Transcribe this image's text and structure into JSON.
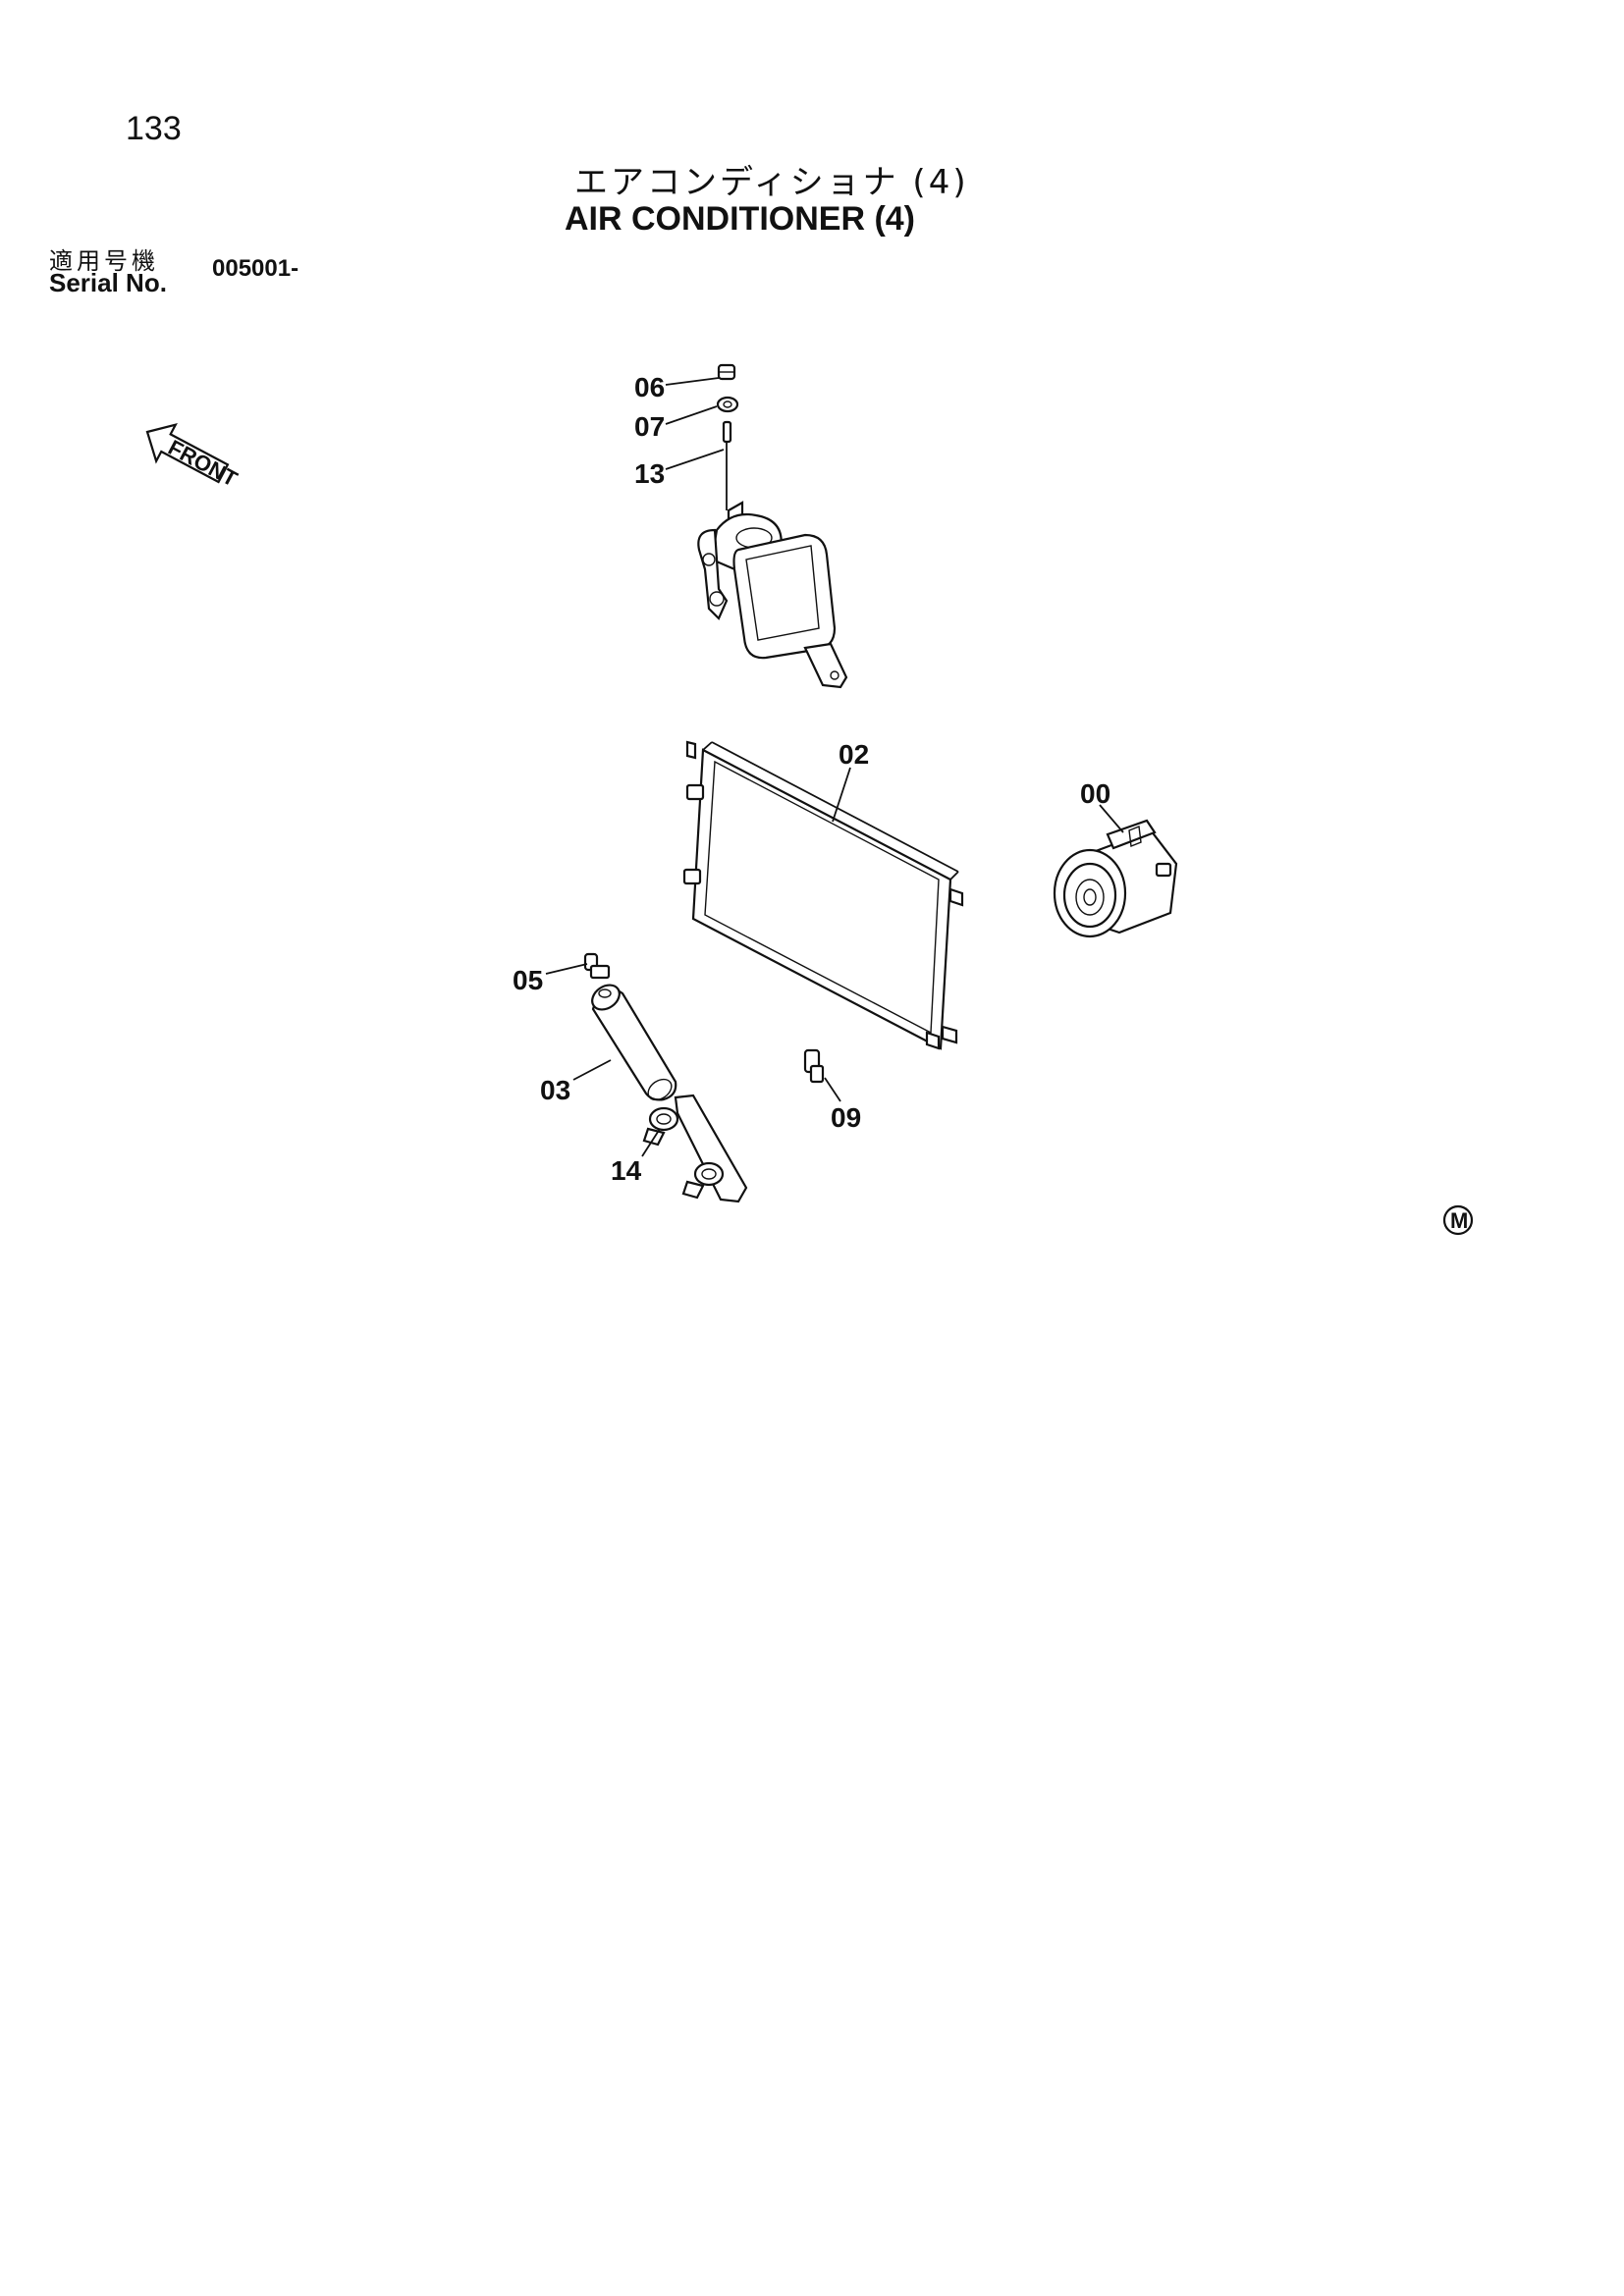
{
  "header": {
    "page_number": "133",
    "title_jp": "エアコンディショナ (4)",
    "title_en": "AIR CONDITIONER (4)",
    "serial_label_jp": "適用号機",
    "serial_label_en": "Serial No.",
    "serial_value": "005001-"
  },
  "orientation": {
    "front_label": "FRONT"
  },
  "callouts": {
    "c06": "06",
    "c07": "07",
    "c13": "13",
    "c02": "02",
    "c00": "00",
    "c05": "05",
    "c03": "03",
    "c09": "09",
    "c14": "14"
  },
  "corner_mark": "M"
}
